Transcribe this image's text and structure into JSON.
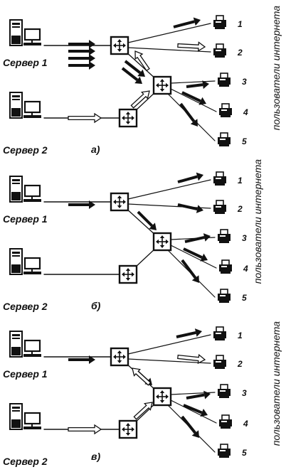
{
  "colors": {
    "ink": "#111111",
    "paper": "#ffffff"
  },
  "icons": {
    "server": "server-icon",
    "monitor": "monitor-icon",
    "router": "router-icon",
    "printer": "printer-icon"
  },
  "side_label": "пользователи интернета",
  "panels": [
    {
      "caption": "а)",
      "server1_label": "Сервер 1",
      "server2_label": "Сервер 2",
      "users": [
        "1",
        "2",
        "3",
        "4",
        "5"
      ]
    },
    {
      "caption": "б)",
      "server1_label": "Сервер 1",
      "server2_label": "Сервер 2",
      "users": [
        "1",
        "2",
        "3",
        "4",
        "5"
      ]
    },
    {
      "caption": "в)",
      "server1_label": "Сервер 1",
      "server2_label": "Сервер 2",
      "users": [
        "1",
        "2",
        "3",
        "4",
        "5"
      ]
    }
  ]
}
